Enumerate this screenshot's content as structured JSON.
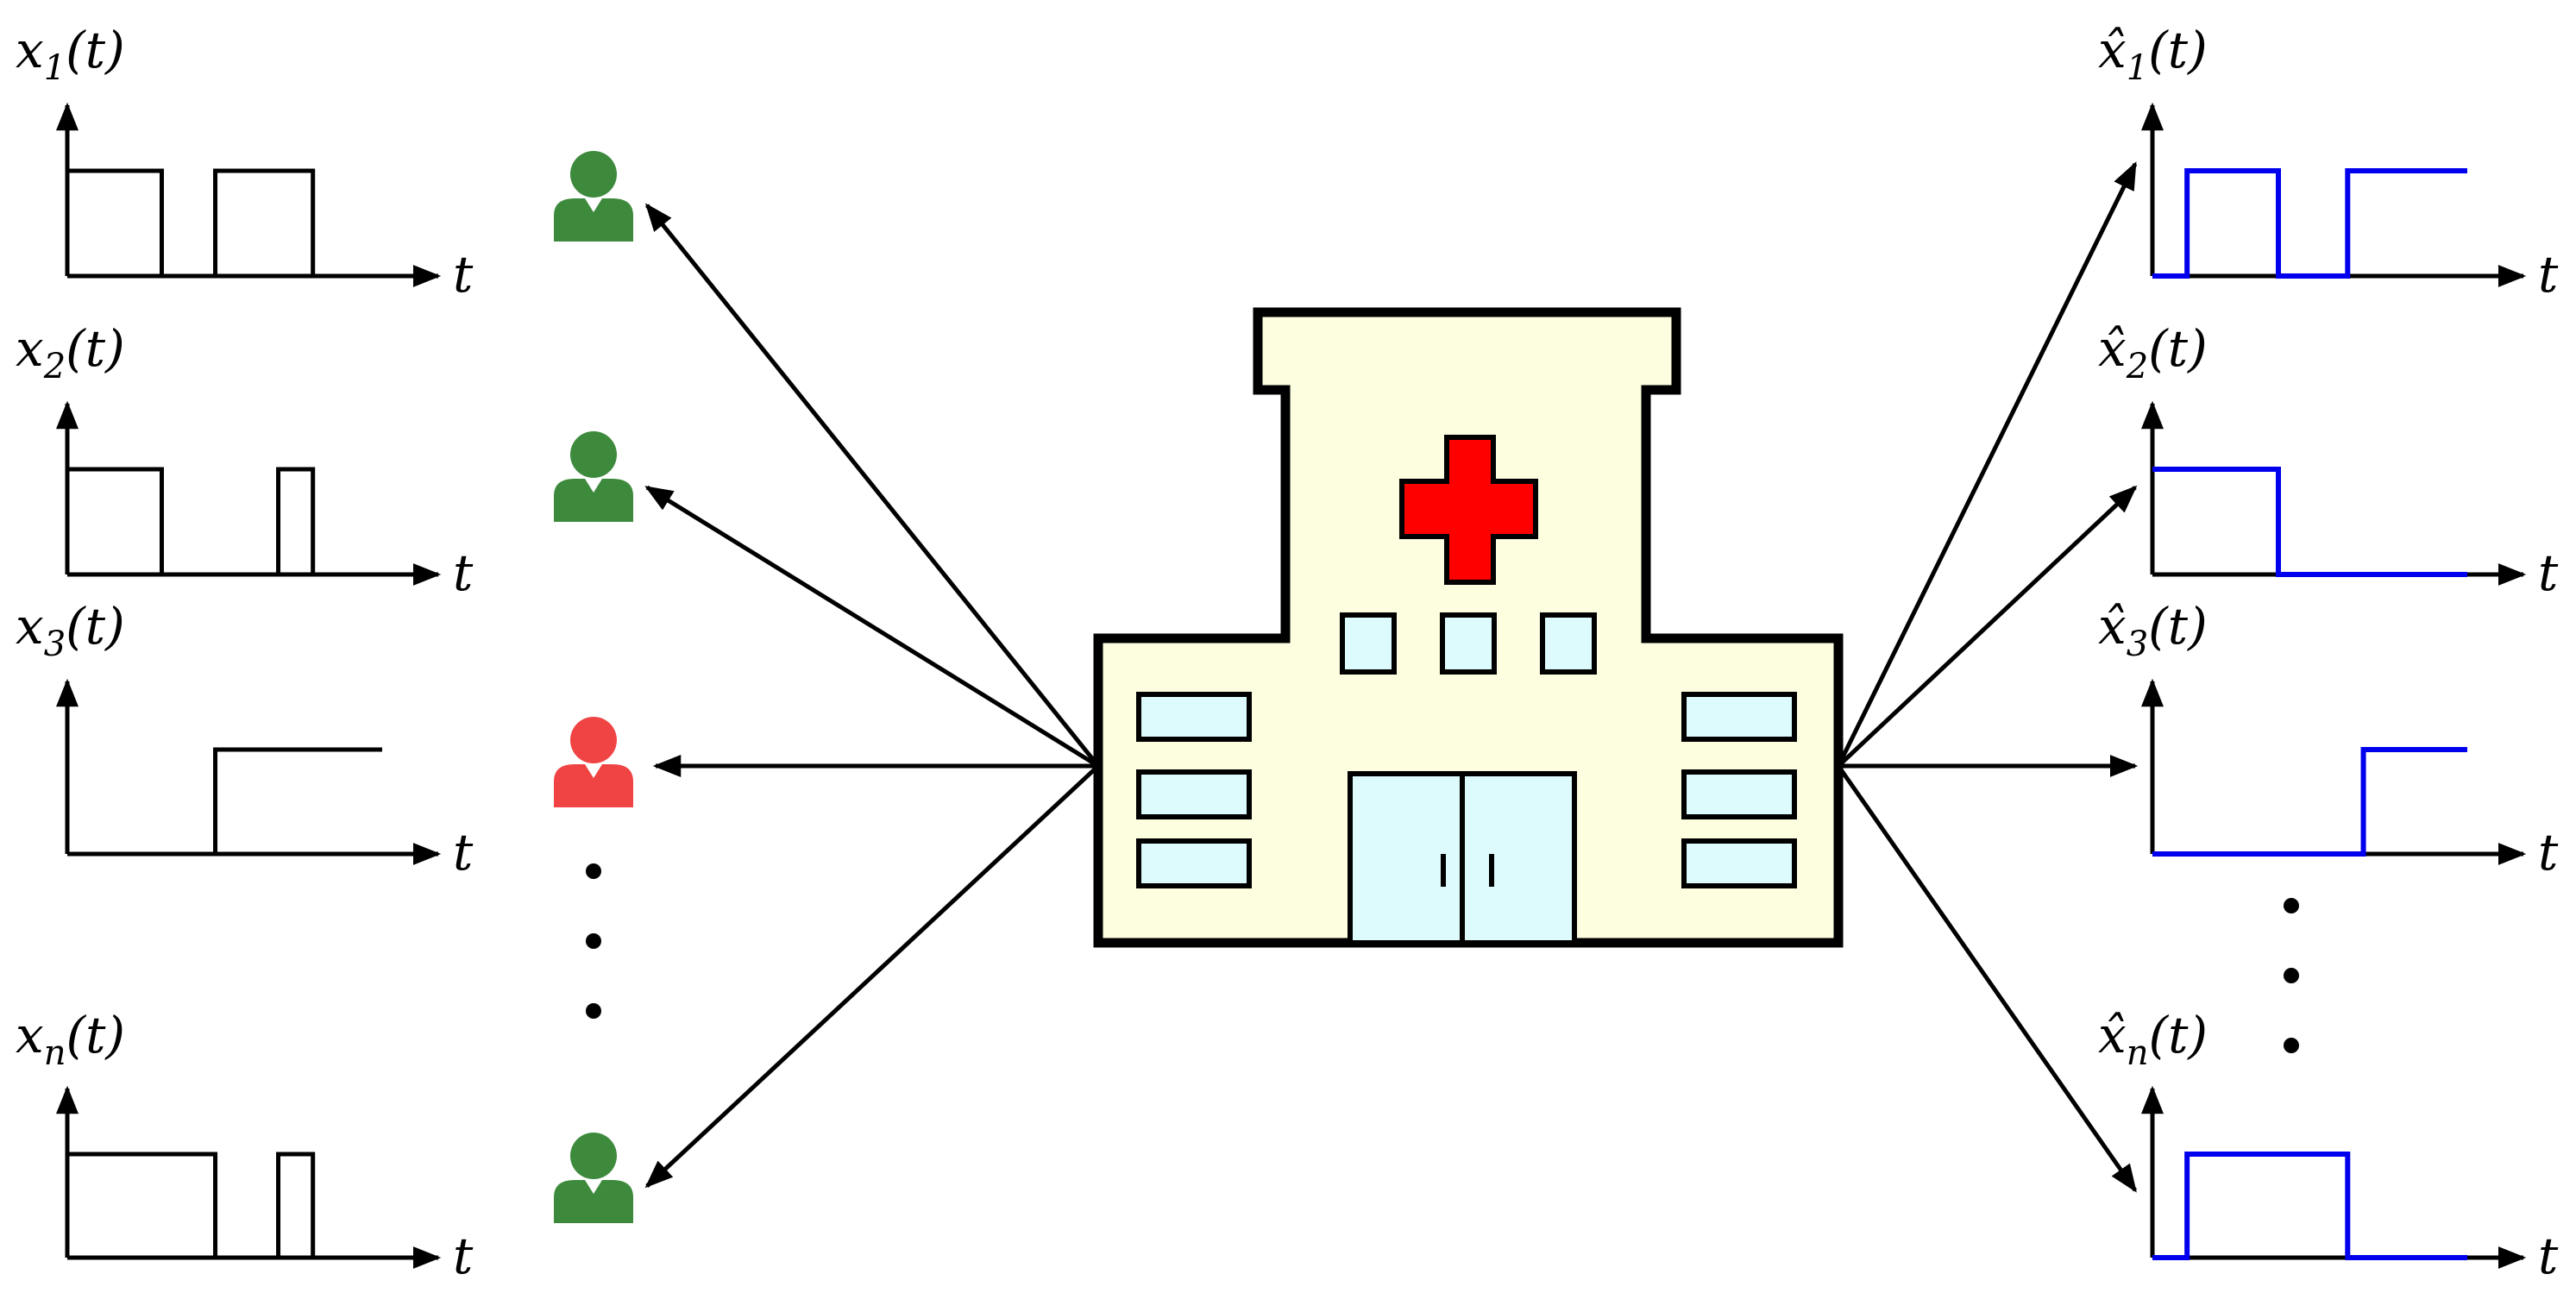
{
  "axis_label": "t",
  "left_signals": [
    {
      "base": "x",
      "sub": "1",
      "arg": "(t)",
      "levels": [
        [
          0,
          1
        ],
        [
          0.3,
          0
        ],
        [
          0.47,
          1
        ],
        [
          0.78,
          0
        ]
      ]
    },
    {
      "base": "x",
      "sub": "2",
      "arg": "(t)",
      "levels": [
        [
          0,
          1
        ],
        [
          0.3,
          0
        ],
        [
          0.67,
          1
        ],
        [
          0.78,
          0
        ]
      ]
    },
    {
      "base": "x",
      "sub": "3",
      "arg": "(t)",
      "levels": [
        [
          0,
          0
        ],
        [
          0.47,
          1
        ]
      ]
    },
    {
      "base": "x",
      "sub": "n",
      "arg": "(t)",
      "levels": [
        [
          0,
          1
        ],
        [
          0.47,
          0
        ],
        [
          0.67,
          1
        ],
        [
          0.78,
          0
        ]
      ]
    }
  ],
  "right_signals": [
    {
      "base": "x̂",
      "sub": "1",
      "arg": "(t)",
      "levels": [
        [
          0,
          0
        ],
        [
          0.11,
          1
        ],
        [
          0.4,
          0
        ],
        [
          0.62,
          1
        ]
      ]
    },
    {
      "base": "x̂",
      "sub": "2",
      "arg": "(t)",
      "levels": [
        [
          0,
          1
        ],
        [
          0.4,
          0
        ]
      ]
    },
    {
      "base": "x̂",
      "sub": "3",
      "arg": "(t)",
      "levels": [
        [
          0,
          0
        ],
        [
          0.67,
          1
        ]
      ]
    },
    {
      "base": "x̂",
      "sub": "n",
      "arg": "(t)",
      "levels": [
        [
          0,
          0
        ],
        [
          0.11,
          1
        ],
        [
          0.62,
          0
        ]
      ]
    }
  ],
  "people": [
    {
      "status": "healthy",
      "color": "#3d8a3d"
    },
    {
      "status": "healthy",
      "color": "#3d8a3d"
    },
    {
      "status": "infected",
      "color": "#f04444"
    },
    {
      "status": "healthy",
      "color": "#3d8a3d"
    }
  ],
  "colors": {
    "original_signal": "#000000",
    "estimated_signal": "#0000ee",
    "building_fill": "#fdfde0",
    "window_fill": "#ddfbfd",
    "cross": "#ff0000"
  },
  "icons": [
    "person-icon",
    "hospital-icon",
    "ellipsis-icon"
  ]
}
